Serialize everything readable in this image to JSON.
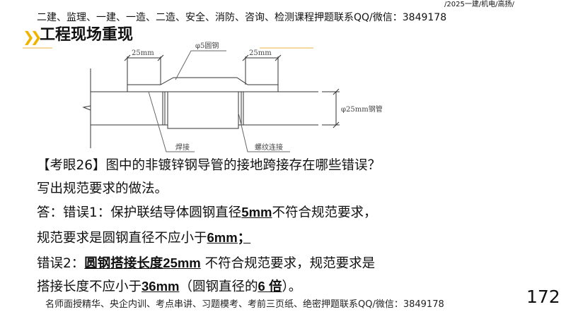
{
  "header": {
    "banner": "二建、监理、一建、一造、二造、安全、消防、咨询、检测课程押题联系QQ/微信：3849178",
    "tag": "/2025一建/机电/高扬/"
  },
  "title": "工程现场重现",
  "diagram": {
    "round_steel": "φ5圆钢",
    "dim_left": "25mm",
    "dim_right": "25mm",
    "pipe": "φ25mm钢管",
    "weld": "焊接",
    "thread": "螺纹连接"
  },
  "question": {
    "line1": "【考眼26】图中的非镀锌钢导管的接地跨接存在哪些错误？",
    "line2": "写出规范要求的做法。"
  },
  "answer": {
    "l3a": "答：错误1：保护联结导体圆钢直径",
    "l3b": "5mm",
    "l3c": "不符合规范要求，",
    "l4a": "规范要求是圆钢直径不应小于",
    "l4b": "6mm；",
    "l5a": "错误2：",
    "l5b": "圆钢搭接长度25mm",
    "l5c": " 不符合规范要求，规范要求是",
    "l6a": "搭接长度不应小于",
    "l6b": "36mm",
    "l6c": "（圆钢直径的",
    "l6d": "6 倍",
    "l6e": "）。"
  },
  "footer": "名师面授精华、央企内训、考点串讲、习题模考、考前三页纸、绝密押题联系QQ/微信：3849178",
  "page_number": "172",
  "colors": {
    "accent": "#f0b400"
  }
}
